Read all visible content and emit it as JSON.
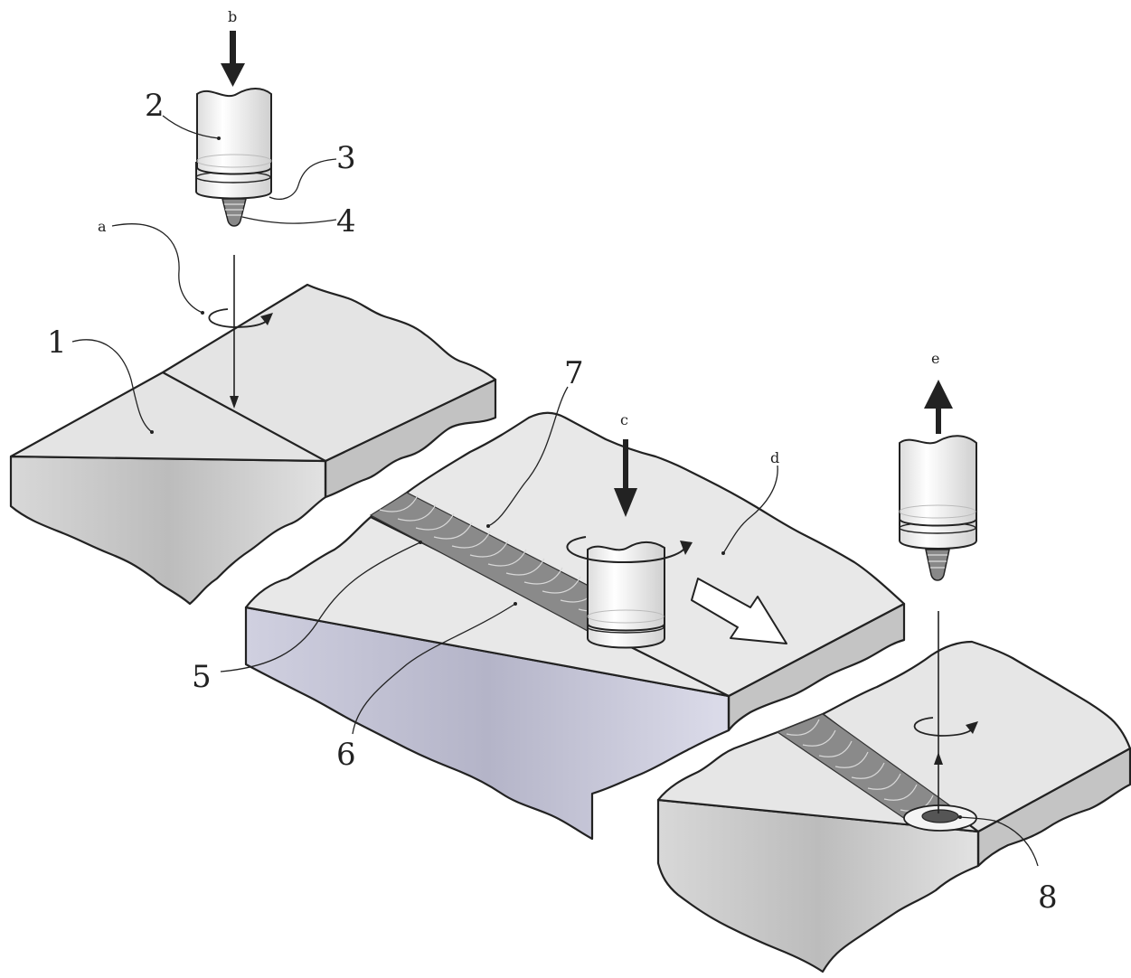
{
  "labels": {
    "n1": "1",
    "n2": "2",
    "n3": "3",
    "n4": "4",
    "n5": "5",
    "n6": "6",
    "n7": "7",
    "n8": "8",
    "a": "a",
    "b": "b",
    "c": "c",
    "d": "d",
    "e": "e"
  },
  "colors": {
    "plate_top": "#e6e6e6",
    "plate_side": "#c4c4c4",
    "plate_side_mid": "#c6c6d8",
    "tool": "#f2f2f2",
    "line": "#222222"
  }
}
